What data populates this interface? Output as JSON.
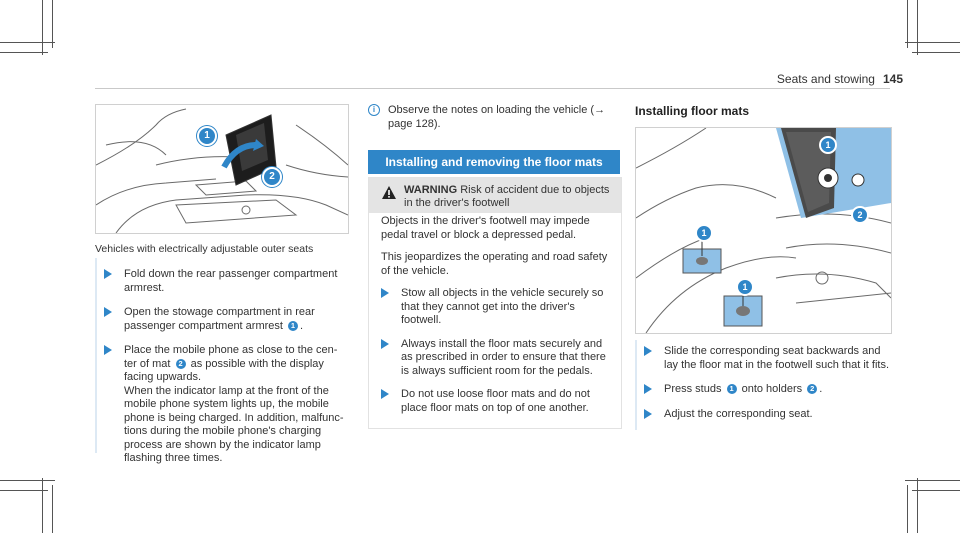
{
  "header": {
    "section": "Seats and stowing",
    "page": "145"
  },
  "left": {
    "caption": "Vehicles with electrically adjustable outer seats",
    "steps": [
      {
        "text": "Fold down the rear passenger compartment armrest."
      },
      {
        "text_before": "Open the stowage compartment in rear passenger compartment armrest",
        "num": "1",
        "text_after": "."
      },
      {
        "text_a": "Place the mobile phone as close to the cen-ter of mat",
        "num": "2",
        "text_b": "as possible with the display facing upwards.",
        "text_c": "When the indicator lamp at the front of the mobile phone system lights up, the mobile phone is being charged. In addition, malfunc-tions during the mobile phone's charging process are shown by the indicator lamp flashing three times."
      }
    ],
    "callouts": [
      "1",
      "2"
    ]
  },
  "middle": {
    "note": "Observe the notes on loading the vehicle (→ page 128).",
    "section_title": "Installing and removing the floor mats",
    "warning": {
      "label": "WARNING",
      "headline": "Risk of accident due to objects in the driver's footwell",
      "para1": "Objects in the driver's footwell may impede pedal travel or block a depressed pedal.",
      "para2": "This jeopardizes the operating and road safety of the vehicle.",
      "steps": [
        "Stow all objects in the vehicle securely so that they cannot get into the driver's footwell.",
        "Always install the floor mats securely and as prescribed in order to ensure that there is always sufficient room for the pedals.",
        "Do not use loose floor mats and do not place floor mats on top of one another."
      ]
    }
  },
  "right": {
    "title": "Installing floor mats",
    "callouts": [
      "1",
      "2",
      "1",
      "1"
    ],
    "steps": [
      {
        "text": "Slide the corresponding seat backwards and lay the floor mat in the footwell such that it fits."
      },
      {
        "text_before": "Press studs",
        "num1": "1",
        "text_mid": "onto holders",
        "num2": "2",
        "text_after": "."
      },
      {
        "text": "Adjust the corresponding seat."
      }
    ]
  },
  "colors": {
    "accent": "#2f86c8",
    "warning_bg": "#e4e4e4",
    "illustration_blue": "#8fc0e6"
  }
}
